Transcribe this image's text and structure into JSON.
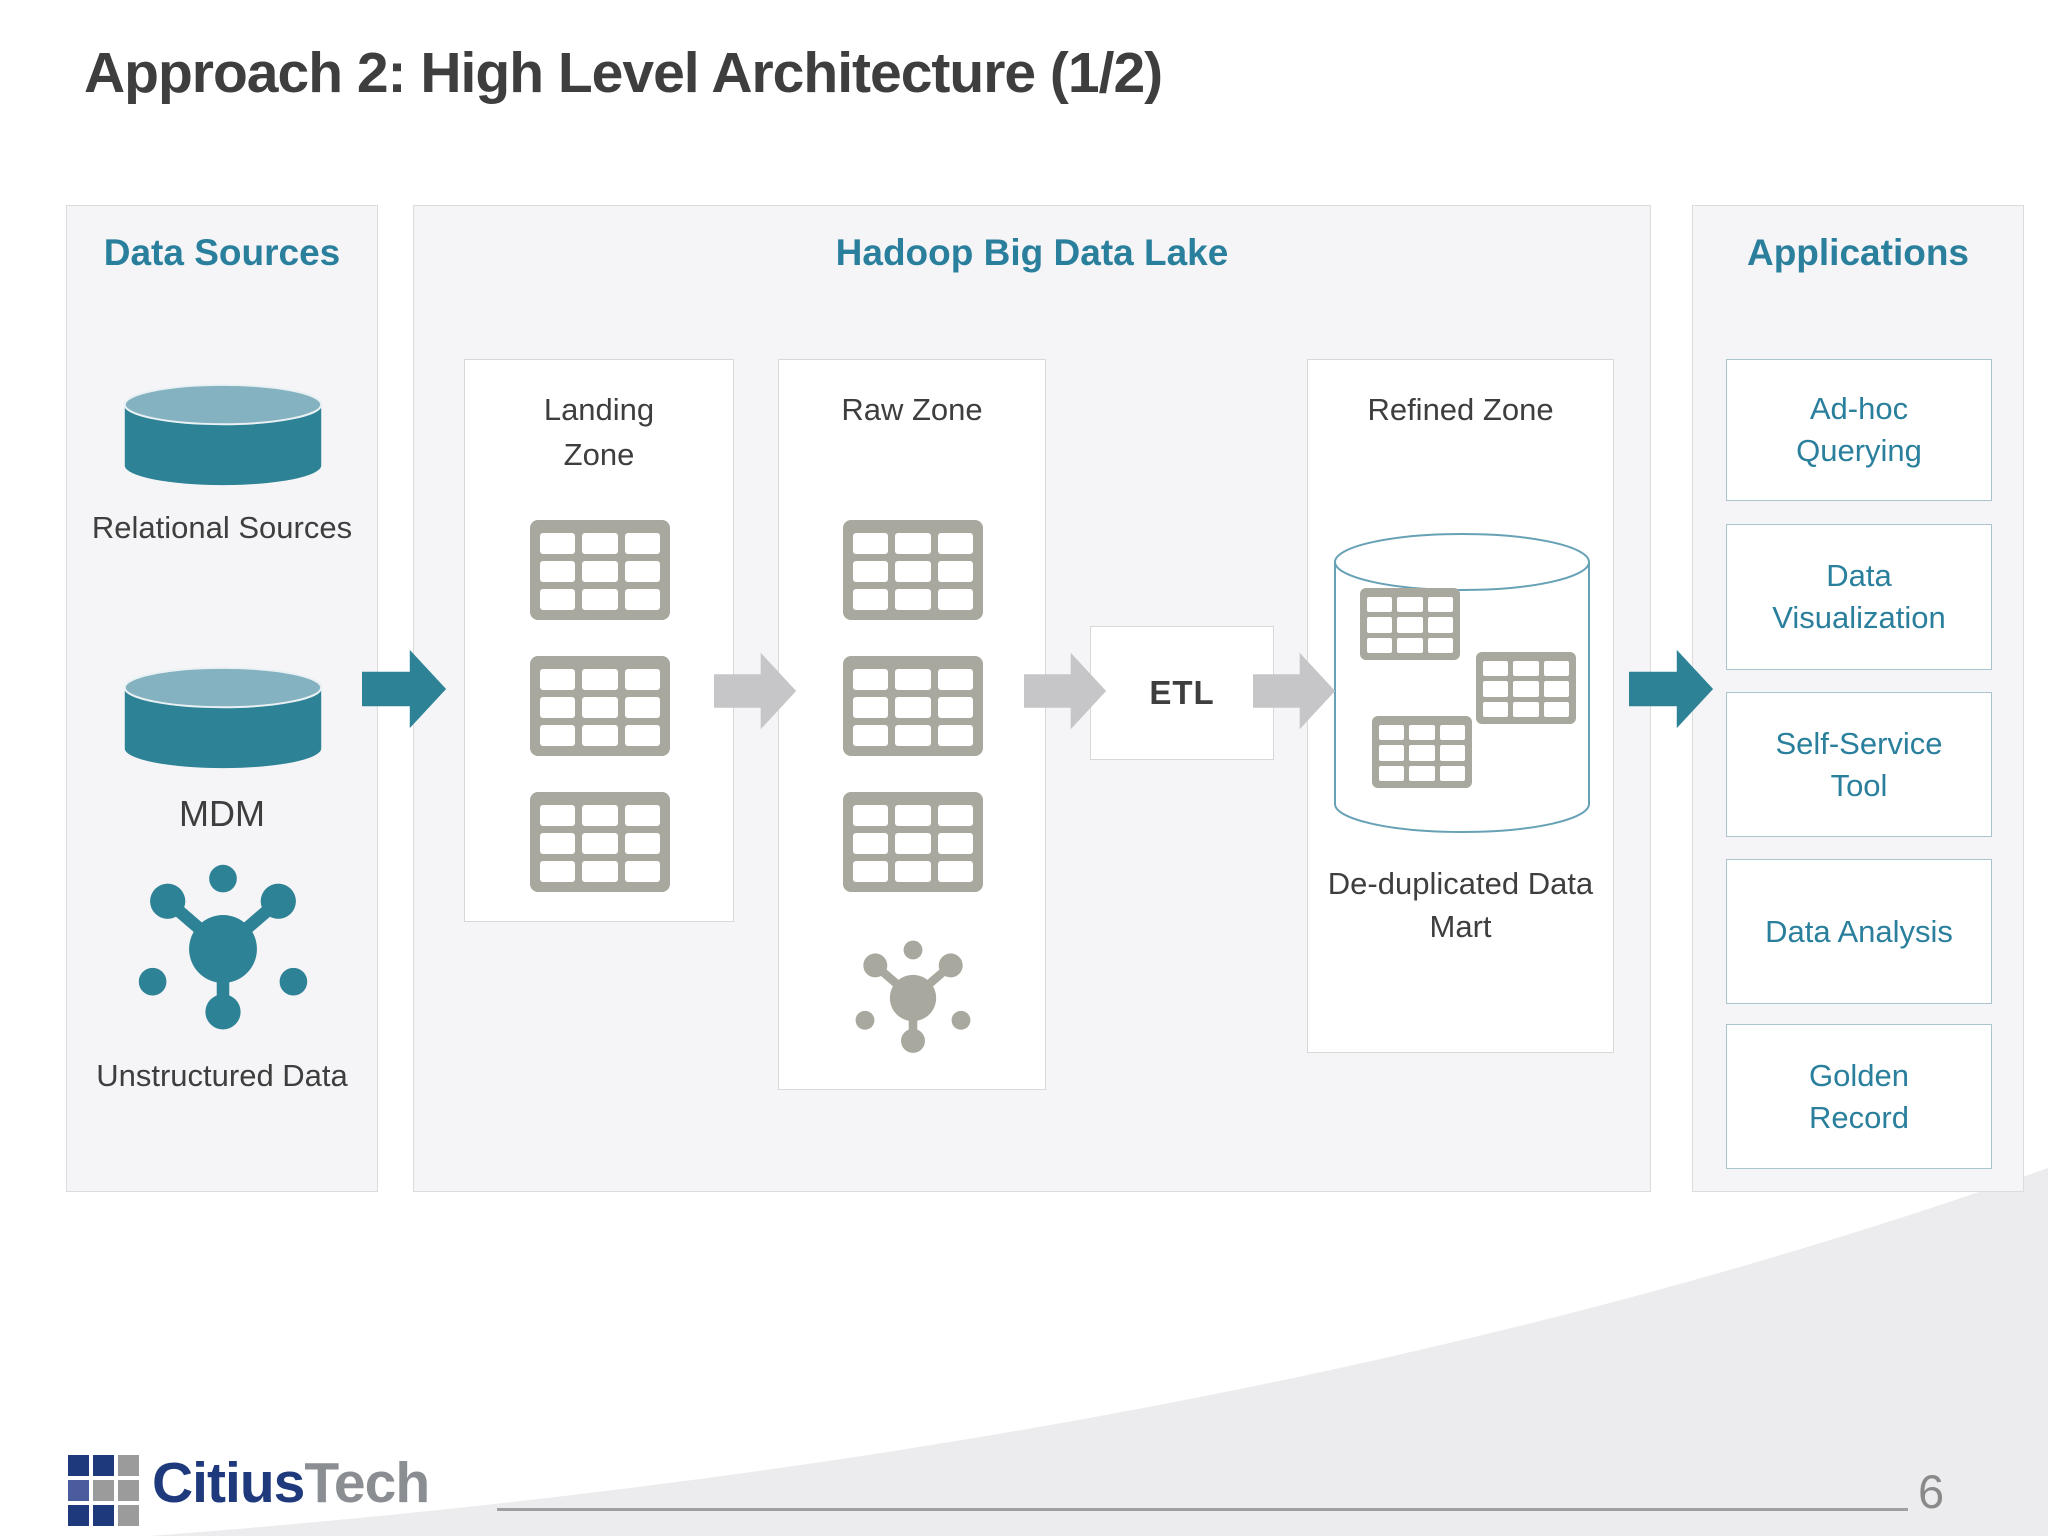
{
  "slide": {
    "title": "Approach 2: High Level Architecture (1/2)"
  },
  "colors": {
    "teal_text": "#2A7F9C",
    "teal_shape": "#2E8296",
    "teal_shape_top": "#85B2C0",
    "cylinder_outline": "#66A1B5",
    "icon_gray": "#A8A89E",
    "arrow_gray": "#C6C6C8",
    "panel_bg": "#F5F5F7",
    "panel_border": "#DCDCDE",
    "box_border": "#D8D8D8",
    "app_box_border": "#A9C4CF",
    "text_dark": "#3E3E3E",
    "swoosh": "#ECECEE",
    "logo_navy": "#1E3A7C",
    "logo_navy_light": "#4A5C9E",
    "logo_gray": "#9B9B9B",
    "logo_text_gray": "#8A8D91",
    "footer_line": "#9F9F9F",
    "page_gray": "#8A8A8A"
  },
  "data_sources": {
    "title": "Data Sources",
    "relational_label": "Relational Sources",
    "mdm_label": "MDM",
    "unstructured_label": "Unstructured Data"
  },
  "data_lake": {
    "title": "Hadoop Big Data Lake",
    "landing_title": "Landing Zone",
    "raw_title": "Raw Zone",
    "etl_label": "ETL",
    "refined_title": "Refined Zone",
    "refined_caption": "De-duplicated Data Mart"
  },
  "applications": {
    "title": "Applications",
    "items": [
      {
        "label": "Ad-hoc Querying"
      },
      {
        "label": "Data Visualization"
      },
      {
        "label": "Self-Service Tool"
      },
      {
        "label": "Data Analysis"
      },
      {
        "label": "Golden Record"
      }
    ]
  },
  "footer": {
    "logo_primary": "Citius",
    "logo_secondary": "Tech",
    "page_number": "6"
  }
}
